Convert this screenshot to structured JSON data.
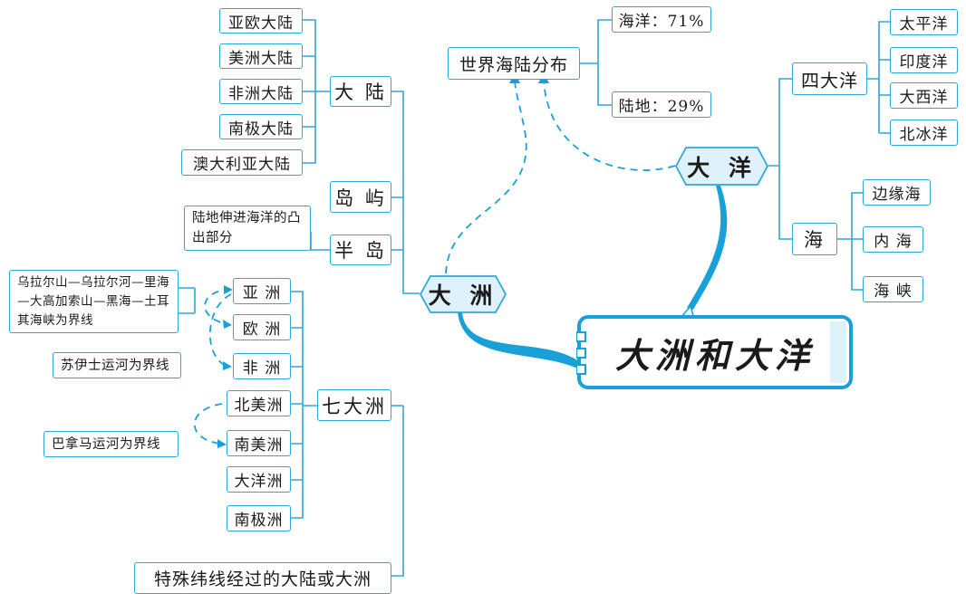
{
  "center": {
    "title": "大洲和大洋"
  },
  "dazhou": {
    "label": "大 洲",
    "dalu": {
      "label": "大 陆",
      "items": [
        "亚欧大陆",
        "美洲大陆",
        "非洲大陆",
        "南极大陆",
        "澳大利亚大陆"
      ]
    },
    "daoyu": {
      "label": "岛 屿"
    },
    "bandao": {
      "label": "半 岛",
      "note": "陆地伸进海洋的凸出部分"
    },
    "qidazhou": {
      "label": "七大洲",
      "items": [
        "亚 洲",
        "欧 洲",
        "非 洲",
        "北美洲",
        "南美洲",
        "大洋洲",
        "南极洲"
      ],
      "note_asia_europe": "乌拉尔山—乌拉尔河—里海—大高加索山—黑海—土耳其海峡为界线",
      "note_asia_africa": "苏伊士运河为界线",
      "note_americas": "巴拿马运河为界线"
    },
    "special": {
      "label": "特殊纬线经过的大陆或大洲"
    }
  },
  "dayang": {
    "label": "大 洋",
    "sidayang": {
      "label": "四大洋",
      "items": [
        "太平洋",
        "印度洋",
        "大西洋",
        "北冰洋"
      ]
    },
    "hai": {
      "label": "海",
      "items": [
        "边缘海",
        "内 海",
        "海 峡"
      ]
    }
  },
  "distribution": {
    "label": "世界海陆分布",
    "ocean": "海洋：71%",
    "land": "陆地：29%"
  },
  "colors": {
    "line": "#2fa7d4",
    "accent": "#1aa0d8",
    "hex_fill": "#dff1fa"
  }
}
